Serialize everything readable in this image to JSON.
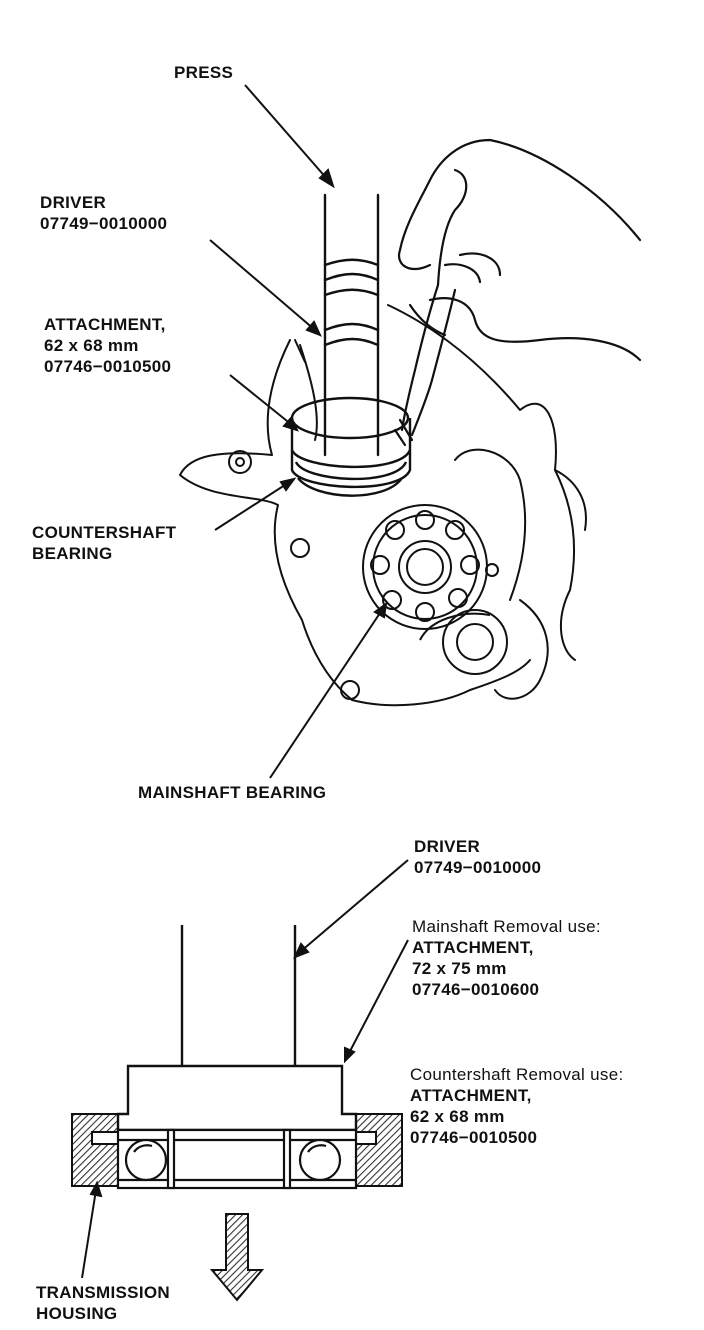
{
  "labels": {
    "press": "PRESS",
    "driver_top": {
      "line1": "DRIVER",
      "line2": "07749−0010000"
    },
    "attachment_top": {
      "line1": "ATTACHMENT,",
      "line2": "62 x 68 mm",
      "line3": "07746−0010500"
    },
    "countershaft_bearing": {
      "line1": "COUNTERSHAFT",
      "line2": "BEARING"
    },
    "mainshaft_bearing": "MAINSHAFT BEARING",
    "driver_bottom": {
      "line1": "DRIVER",
      "line2": "07749−0010000"
    },
    "mainshaft_removal": {
      "line1": "Mainshaft Removal use:",
      "line2": "ATTACHMENT,",
      "line3": "72 x 75 mm",
      "line4": "07746−0010600"
    },
    "countershaft_removal": {
      "line1": "Countershaft Removal use:",
      "line2": "ATTACHMENT,",
      "line3": "62 x 68 mm",
      "line4": "07746−0010500"
    },
    "transmission_housing": {
      "line1": "TRANSMISSION",
      "line2": "HOUSING"
    }
  },
  "colors": {
    "ink": "#111111",
    "paper": "#ffffff",
    "hatch": "#333333"
  }
}
